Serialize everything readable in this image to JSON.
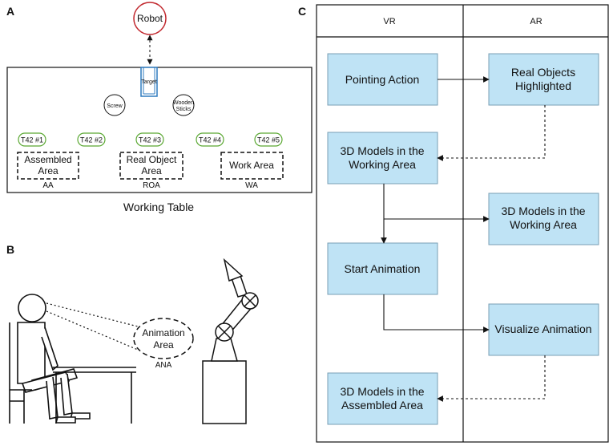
{
  "panels": {
    "a": "A",
    "b": "B",
    "c": "C"
  },
  "table": {
    "robot": "Robot",
    "target": "Target",
    "screw": "Screw",
    "wooden_sticks_1": "Wooden",
    "wooden_sticks_2": "Sticks",
    "t42": [
      "T42 #1",
      "T42 #2",
      "T42 #3",
      "T42 #4",
      "T42 #5"
    ],
    "assembled_area_1": "Assembled",
    "assembled_area_2": "Area",
    "assembled_code": "AA",
    "roa_1": "Real Object",
    "roa_2": "Area",
    "roa_code": "ROA",
    "work_area": "Work Area",
    "work_code": "WA",
    "caption": "Working Table"
  },
  "scene": {
    "animation_1": "Animation",
    "animation_2": "Area",
    "animation_code": "ANA"
  },
  "flowchart": {
    "col_vr": "VR",
    "col_ar": "AR",
    "pointing": "Pointing Action",
    "highlighted_1": "Real Objects",
    "highlighted_2": "Highlighted",
    "models_work_vr_1": "3D Models in the",
    "models_work_vr_2": "Working Area",
    "models_work_ar_1": "3D Models in the",
    "models_work_ar_2": "Working Area",
    "start_anim": "Start Animation",
    "visualize_anim": "Visualize Animation",
    "models_assembled_1": "3D Models in the",
    "models_assembled_2": "Assembled Area"
  }
}
